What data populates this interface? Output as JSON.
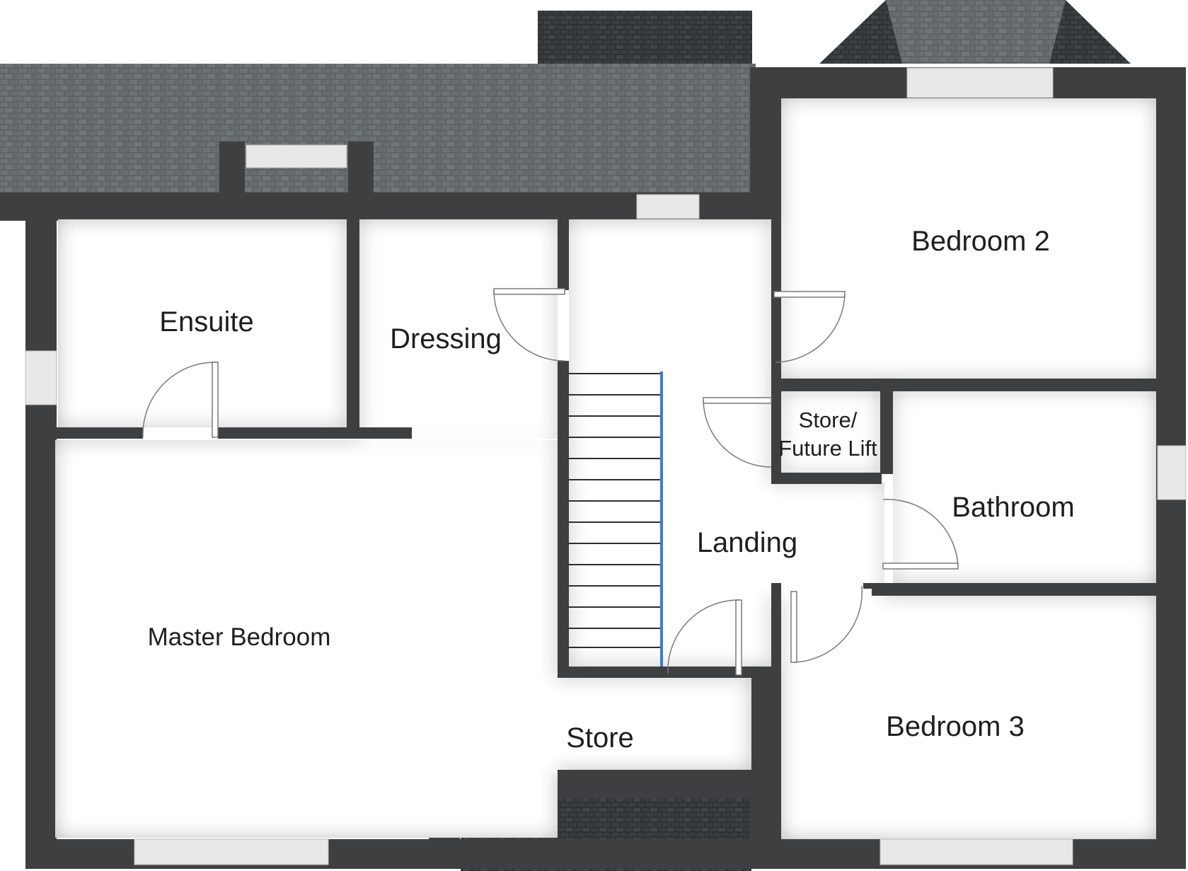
{
  "rooms": {
    "ensuite": "Ensuite",
    "dressing": "Dressing",
    "bedroom_2": "Bedroom 2",
    "store_lift_line1": "Store/",
    "store_lift_line2": "Future Lift",
    "bathroom": "Bathroom",
    "landing": "Landing",
    "master_bedroom": "Master Bedroom",
    "store": "Store",
    "bedroom_3": "Bedroom 3"
  },
  "colors": {
    "wall": "#3e3f41",
    "roof_tile": "#5e6366",
    "roof_dark": "#3a3d40",
    "floor": "#ffffff",
    "floor_shadow": "#c9c9c9",
    "stair_rail": "#3a7be0",
    "window": "#e6e6e6",
    "door_line": "#7a7a7a"
  },
  "icons": {
    "doors": "door-swing-icon",
    "windows": "window-icon",
    "stairs": "staircase-icon"
  }
}
